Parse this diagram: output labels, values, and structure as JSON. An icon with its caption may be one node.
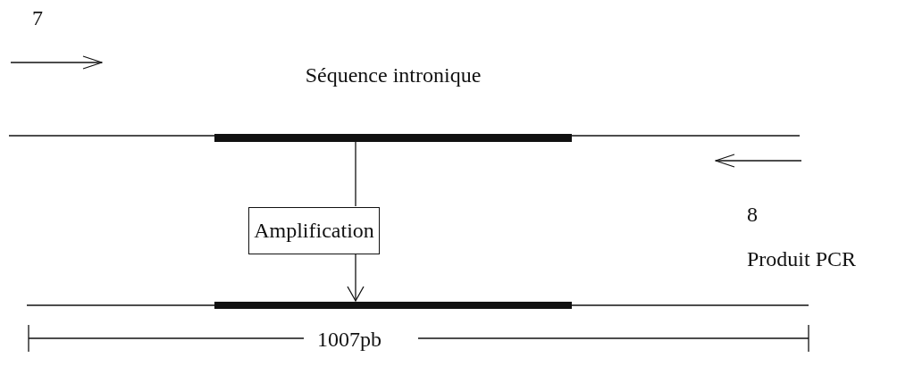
{
  "diagram": {
    "nodes": [
      {
        "text": [
          "Séquence intronique"
        ]
      },
      {
        "text": [
          "Amplification"
        ]
      },
      {
        "text": [],
        "shape": "bar"
      }
    ],
    "edges": [
      {
        "from": 0,
        "to": 1,
        "arrow": "none"
      },
      {
        "from": 1,
        "to": 2,
        "arrow": "to"
      }
    ],
    "labels": [
      "7",
      "8",
      "Produit PCR",
      "1007pb"
    ]
  }
}
